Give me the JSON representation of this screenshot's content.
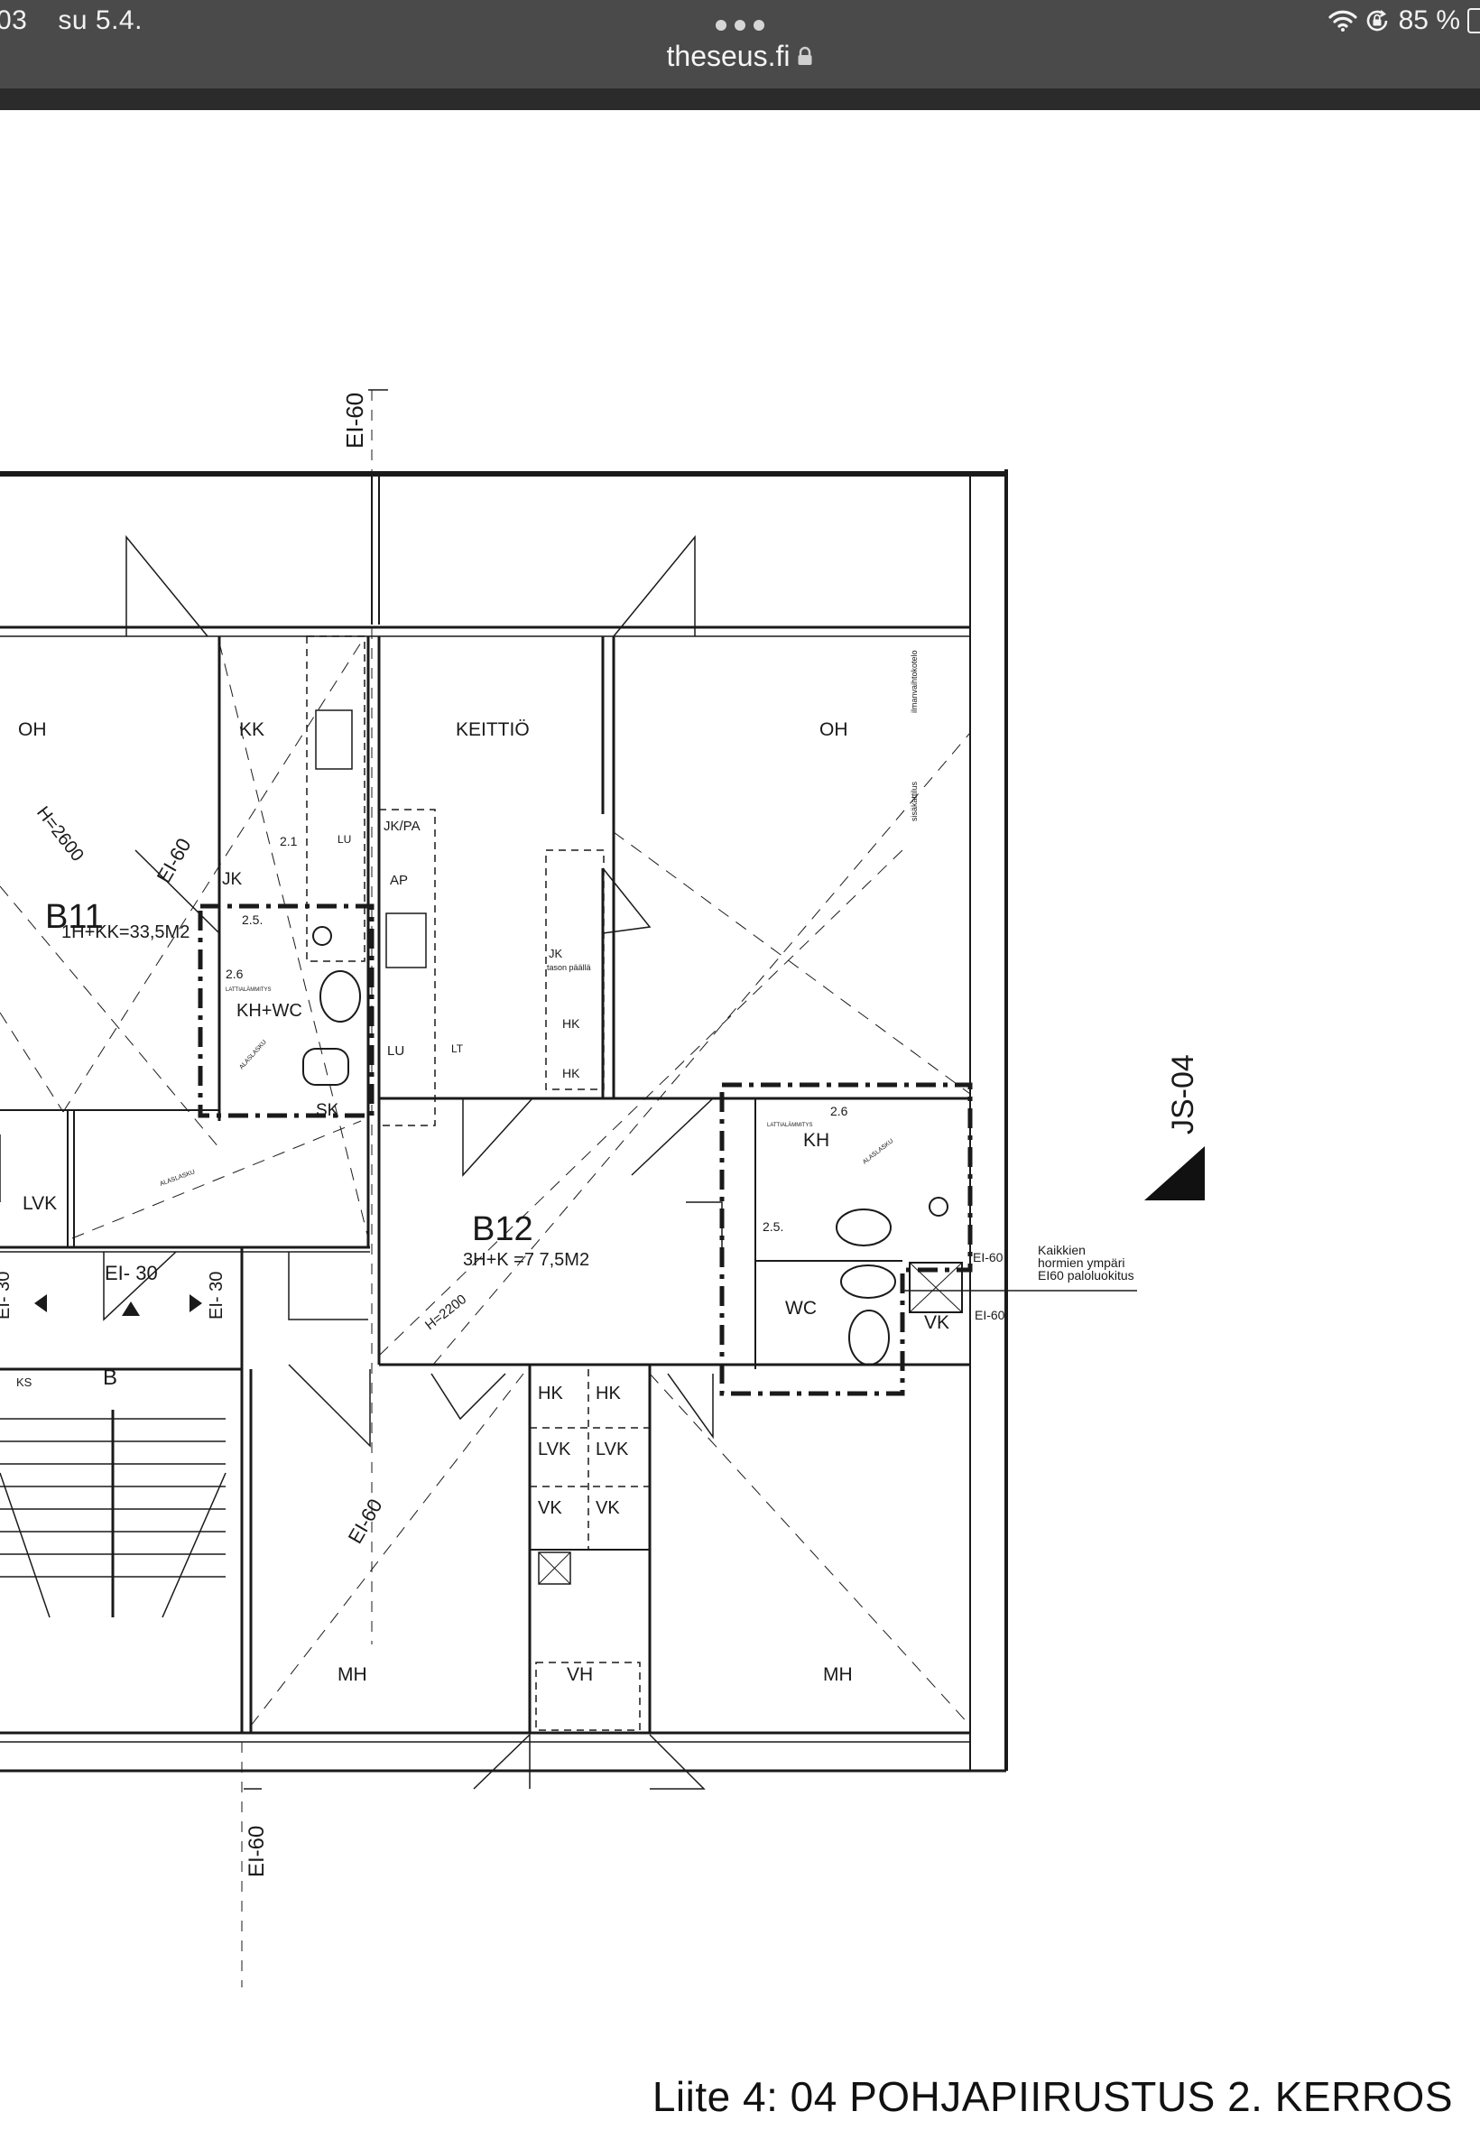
{
  "status_bar": {
    "time": "03",
    "date": "su 5.4.",
    "battery": "85 %",
    "icons": [
      "wifi-icon",
      "orientation-lock-icon",
      "battery-icon"
    ]
  },
  "browser": {
    "url": "theseus.fi",
    "icons": [
      "more-dots-icon",
      "lock-icon"
    ]
  },
  "plan": {
    "caption": "Liite 4: 04 POHJAPIIRUSTUS 2. KERROS",
    "fire_labels": {
      "top": "EI-60",
      "b11_wall": "EI-60",
      "stair_left": "EI- 30",
      "stair_mid": "EI- 30",
      "stair_right": "EI- 30",
      "lower_wall": "EI-60",
      "bottom": "EI-60",
      "shaft_a": "EI-60",
      "shaft_b": "EI-60"
    },
    "apartments": {
      "b11": {
        "code": "B11",
        "type": "1H+KK=33,5M2",
        "height": "H=2600"
      },
      "b12": {
        "code": "B12",
        "type": "3H+K =7 7,5M2",
        "height": "H=2200"
      }
    },
    "rooms": {
      "oh_left": "OH",
      "kk": "KK",
      "keittio": "KEITTIÖ",
      "oh_right": "OH",
      "kh_wc": "KH+WC",
      "kh": "KH",
      "wc": "WC",
      "lvk_left": "LVK",
      "stair": "B",
      "mh_left": "MH",
      "vh": "VH",
      "mh_right": "MH",
      "vk_right": "VK"
    },
    "small_labels": {
      "jk_pa": "JK/PA",
      "ap": "AP",
      "jk_b11": "JK",
      "lu_upper": "LU",
      "lu_lower": "LU",
      "lt": "LT",
      "sk": "SK",
      "ks": "KS",
      "num_21": "2.1",
      "num_25a": "2.5.",
      "num_26a": "2.6",
      "num_26b": "2.6",
      "num_25b": "2.5.",
      "jk_tason": "JK",
      "tason_paalla": "tason päällä",
      "hk_k1": "HK",
      "hk_k2": "HK",
      "lattialammitys_a": "LATTIALÄMMITYS",
      "lattialammitys_b": "LATTIALÄMMITYS",
      "alaslasku_a": "ALASLASKU",
      "alaslasku_b": "ALASLASKU",
      "alaslasku_c": "ALASLASKU",
      "ilmanvaihto": "ilmanvaihtokotelo",
      "sisaikattilus": "sisäkattilus"
    },
    "closets": {
      "hk_1": "HK",
      "hk_2": "HK",
      "lvk_1": "LVK",
      "lvk_2": "LVK",
      "vk_1": "VK",
      "vk_2": "VK"
    },
    "section_marker": "JS-04",
    "note": {
      "line1": "Kaikkien",
      "line2": "hormien ympäri",
      "line3": "EI60 paloluokitus"
    }
  }
}
